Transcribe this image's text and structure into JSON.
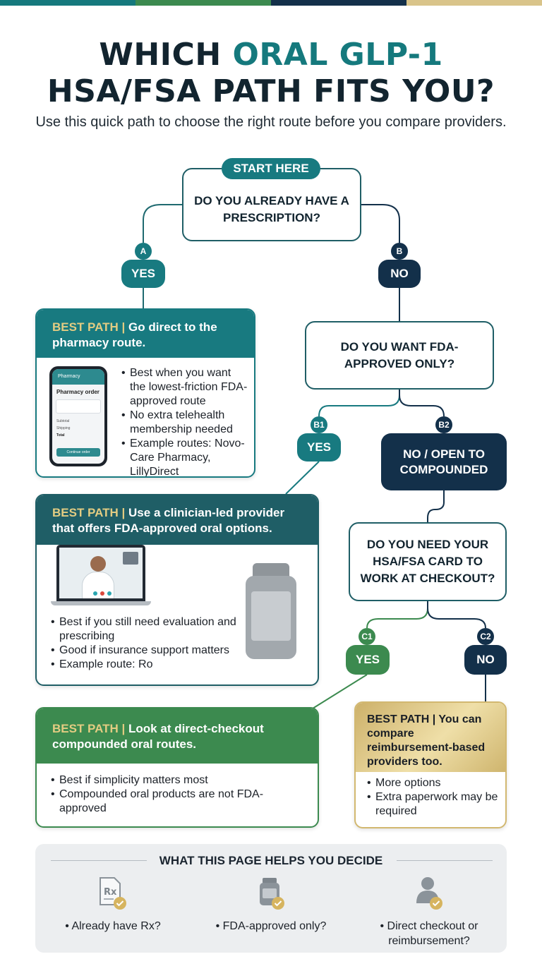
{
  "colors": {
    "teal": "#187a80",
    "navy": "#13304a",
    "green": "#3c8a4f",
    "gold": "#d2b870",
    "topbar": [
      "#15797d",
      "#3c8a4f",
      "#13304a",
      "#d9c48a"
    ]
  },
  "title": {
    "line1_pre": "WHICH ",
    "line1_accent": "ORAL GLP-1",
    "line2": "HSA/FSA PATH FITS YOU?"
  },
  "subtitle": "Use this quick path to choose the right route before you compare providers.",
  "start": {
    "label": "START HERE",
    "question": "DO YOU ALREADY HAVE A PRESCRIPTION?"
  },
  "branch_a": {
    "badge": "A",
    "answer": "YES"
  },
  "branch_b": {
    "badge": "B",
    "answer": "NO"
  },
  "q2": {
    "text": "DO YOU WANT FDA-APPROVED ONLY?"
  },
  "branch_b1": {
    "badge": "B1",
    "answer": "YES"
  },
  "branch_b2": {
    "badge": "B2",
    "answer": "NO / OPEN TO COMPOUNDED"
  },
  "q3": {
    "text": "DO YOU NEED YOUR HSA/FSA CARD TO WORK AT CHECKOUT?"
  },
  "branch_c1": {
    "badge": "C1",
    "answer": "YES"
  },
  "branch_c2": {
    "badge": "C2",
    "answer": "NO"
  },
  "card1": {
    "prefix": "BEST PATH | ",
    "title": "Go direct to the pharmacy route.",
    "phone": {
      "app": "Pharmacy",
      "heading": "Pharmacy order",
      "rows": [
        "Subtotal",
        "Shipping",
        "Total"
      ],
      "button": "Continue order"
    },
    "bullets": [
      "Best when you want the lowest-friction FDA-approved route",
      "No extra telehealth membership needed",
      "Example routes: Novo-Care Pharmacy, LillyDirect"
    ]
  },
  "card2": {
    "prefix": "BEST PATH | ",
    "title": "Use a clinician-led provider that offers FDA-approved oral options.",
    "bullets": [
      "Best if you still need evaluation and prescribing",
      "Good if insurance support matters",
      "Example route: Ro"
    ]
  },
  "card3": {
    "prefix": "BEST PATH | ",
    "title": "Look at direct-checkout compounded oral routes.",
    "bullets": [
      "Best if simplicity matters most",
      "Compounded oral products are not FDA-approved"
    ]
  },
  "card4": {
    "title": "BEST PATH | You can compare reimbursement-based providers too.",
    "bullets": [
      "More options",
      "Extra paperwork may be required"
    ]
  },
  "bottom": {
    "title": "WHAT THIS PAGE HELPS YOU DECIDE",
    "items": [
      {
        "icon": "rx-document-icon",
        "label": "Already have Rx?"
      },
      {
        "icon": "pill-bottle-icon",
        "label": "FDA-approved only?"
      },
      {
        "icon": "person-check-icon",
        "label": "Direct checkout or reimbursement?"
      }
    ]
  }
}
